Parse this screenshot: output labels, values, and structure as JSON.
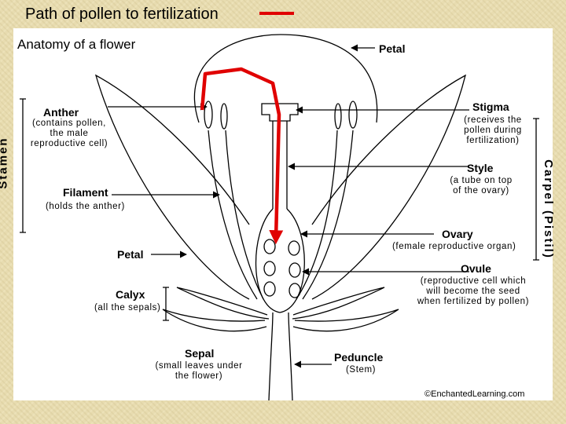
{
  "slide": {
    "title": "Path of pollen to fertilization",
    "legend_color": "#e00000"
  },
  "diagram": {
    "heading": "Anatomy of a flower",
    "credit": "©EnchantedLearning.com",
    "labels": {
      "petal_top": "Petal",
      "anther": {
        "name": "Anther",
        "note_lines": [
          "(contains pollen,",
          "the male",
          "reproductive cell)"
        ]
      },
      "stamen": "Stamen",
      "filament": {
        "name": "Filament",
        "note": "(holds the anther)"
      },
      "petal_left": "Petal",
      "calyx": {
        "name": "Calyx",
        "note": "(all the sepals)"
      },
      "sepal": {
        "name": "Sepal",
        "note_lines": [
          "(small leaves under",
          "the flower)"
        ]
      },
      "stigma": {
        "name": "Stigma",
        "note_lines": [
          "(receives the",
          "pollen during",
          "fertilization)"
        ]
      },
      "style": {
        "name": "Style",
        "note_lines": [
          "(a tube on top",
          "of the ovary)"
        ]
      },
      "ovary": {
        "name": "Ovary",
        "note": "(female reproductive organ)"
      },
      "ovule": {
        "name": "Ovule",
        "note_lines": [
          "(reproductive cell which",
          "will become the seed",
          "when fertilized by pollen)"
        ]
      },
      "peduncle": {
        "name": "Peduncle",
        "note": "(Stem)"
      },
      "carpel": "Carpel (Pistil)"
    },
    "colors": {
      "line": "#000000",
      "pollen_path": "#e00000"
    }
  }
}
